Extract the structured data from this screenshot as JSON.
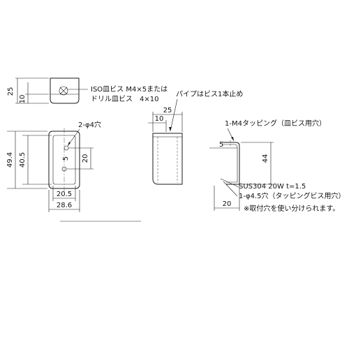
{
  "colors": {
    "line": "#1a1a1a",
    "background": "#ffffff"
  },
  "side_view_top": {
    "dim_height": "25",
    "dim_lip": "10",
    "screw_note_line1": "ISO皿ビス M4×5または",
    "screw_note_line2": "ドリル皿ビス　4×10"
  },
  "front_view": {
    "hole_note": "2-φ4穴",
    "dim_height_outer": "49.4",
    "dim_height_inner": "40.5",
    "dim_hole_pitch": "20",
    "dim_hole_offset": "5",
    "dim_width_inner": "20.5",
    "dim_width_outer": "28.6"
  },
  "middle_view": {
    "pipe_note": "パイプはビス1本止め",
    "dim_depth": "25",
    "dim_flange": "10"
  },
  "right_view": {
    "tapping_note": "1-M4タッピング（皿ビス用穴）",
    "dim_flange": "5",
    "dim_height": "44",
    "material_note": "SUS304 20W t=1.5",
    "hole_note": "1-φ4.5穴（タッピングビス用穴）",
    "dim_base": "20",
    "footnote": "※取付穴を使い分けられます。"
  }
}
